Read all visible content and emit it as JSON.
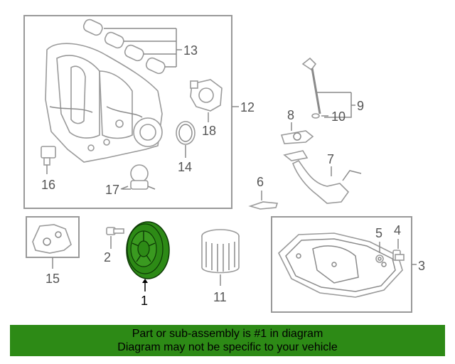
{
  "callouts": {
    "c1": "1",
    "c2": "2",
    "c3": "3",
    "c4": "4",
    "c5": "5",
    "c6": "6",
    "c7": "7",
    "c8": "8",
    "c9": "9",
    "c10": "10",
    "c11": "11",
    "c12": "12",
    "c13": "13",
    "c14": "14",
    "c15": "15",
    "c16": "16",
    "c17": "17",
    "c18": "18"
  },
  "banner": {
    "line1": "Part or sub-assembly is #1 in diagram",
    "line2": "Diagram may not be specific to your vehicle"
  },
  "colors": {
    "highlight": "#2d8a16",
    "outline": "#999999"
  }
}
